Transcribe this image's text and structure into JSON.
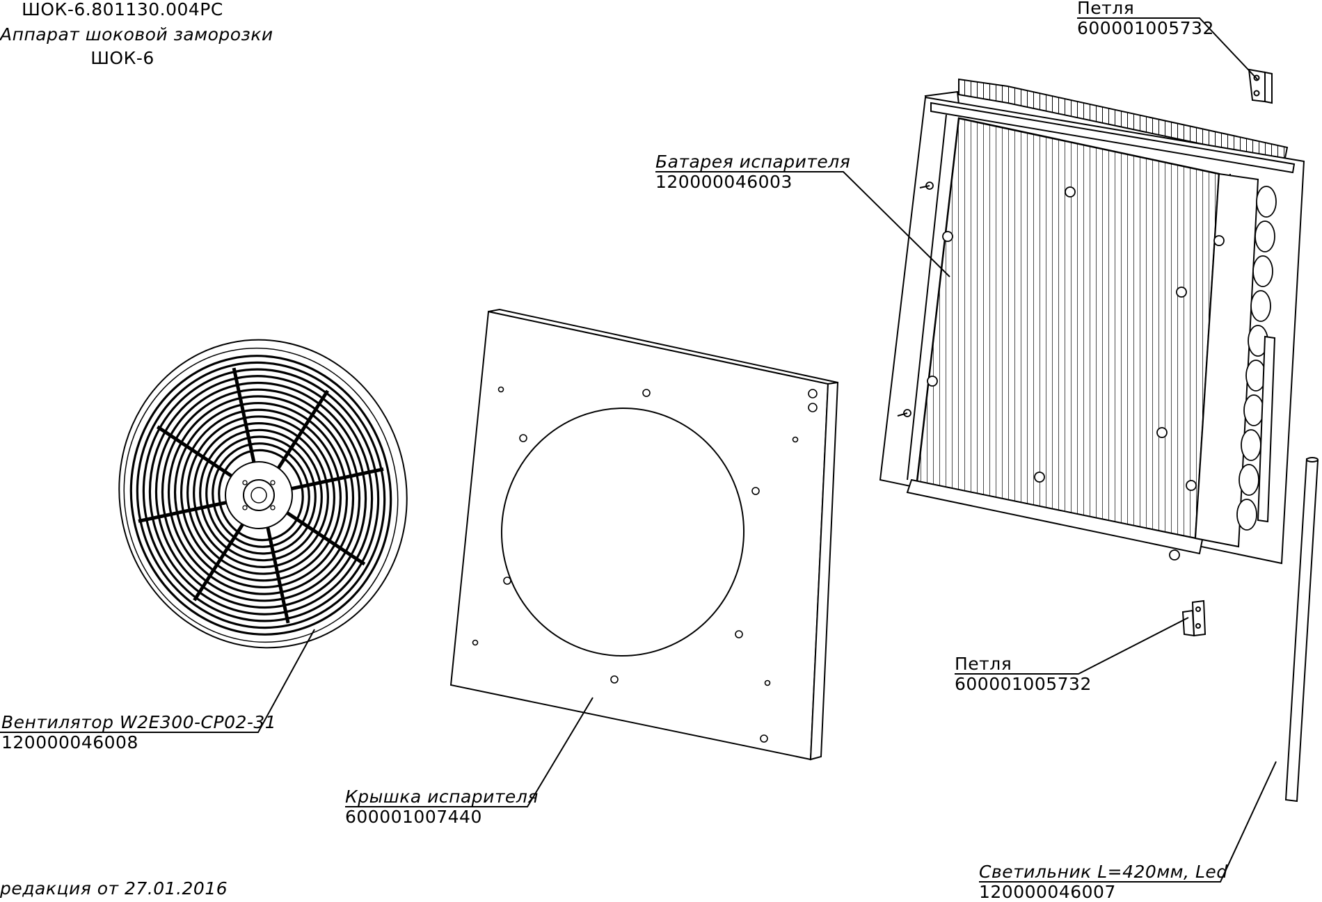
{
  "title_block": {
    "code": "ШОК-6.801130.004РС",
    "name": "Аппарат шоковой заморозки",
    "model": "ШОК-6"
  },
  "revision": "редакция от 27.01.2016",
  "callouts": {
    "hinge_top": {
      "name": "Петля",
      "code": "600001005732"
    },
    "evaporator": {
      "name": "Батарея испарителя",
      "code": "120000046003"
    },
    "fan": {
      "name": "Вентилятор W2E300-CP02-31",
      "code": "120000046008"
    },
    "cover": {
      "name": "Крышка испарителя",
      "code": "600001007440"
    },
    "hinge_lower": {
      "name": "Петля",
      "code": "600001005732"
    },
    "lamp": {
      "name": "Светильник L=420мм, Led",
      "code": "120000046007"
    }
  }
}
